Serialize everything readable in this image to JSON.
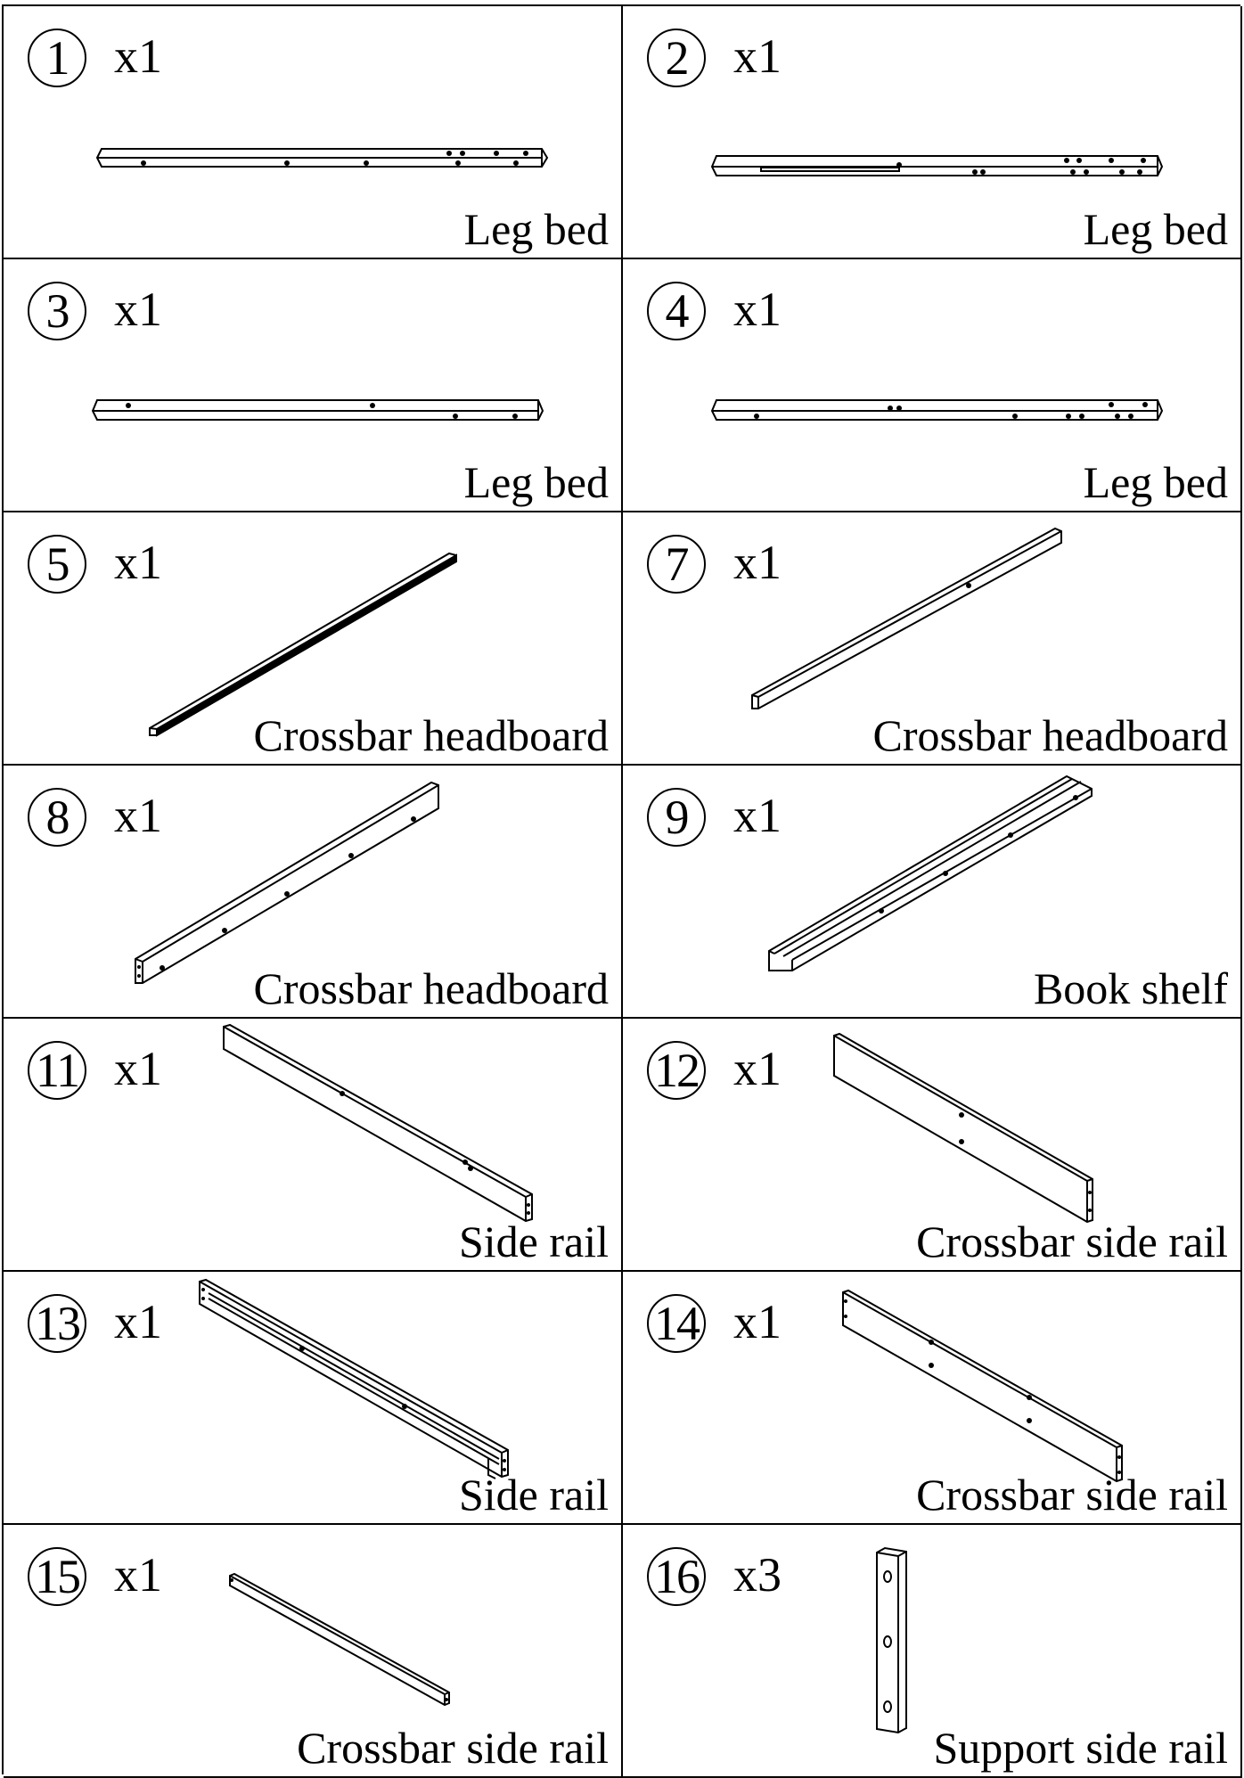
{
  "parts": [
    {
      "number": "1",
      "qty": "x1",
      "name": "Leg bed"
    },
    {
      "number": "2",
      "qty": "x1",
      "name": "Leg bed"
    },
    {
      "number": "3",
      "qty": "x1",
      "name": "Leg bed"
    },
    {
      "number": "4",
      "qty": "x1",
      "name": "Leg bed"
    },
    {
      "number": "5",
      "qty": "x1",
      "name": "Crossbar headboard"
    },
    {
      "number": "7",
      "qty": "x1",
      "name": "Crossbar headboard"
    },
    {
      "number": "8",
      "qty": "x1",
      "name": "Crossbar headboard"
    },
    {
      "number": "9",
      "qty": "x1",
      "name": "Book shelf"
    },
    {
      "number": "11",
      "qty": "x1",
      "name": "Side rail"
    },
    {
      "number": "12",
      "qty": "x1",
      "name": "Crossbar side rail"
    },
    {
      "number": "13",
      "qty": "x1",
      "name": "Side rail"
    },
    {
      "number": "14",
      "qty": "x1",
      "name": "Crossbar side rail"
    },
    {
      "number": "15",
      "qty": "x1",
      "name": "Crossbar side rail"
    },
    {
      "number": "16",
      "qty": "x3",
      "name": "Support side rail"
    }
  ]
}
